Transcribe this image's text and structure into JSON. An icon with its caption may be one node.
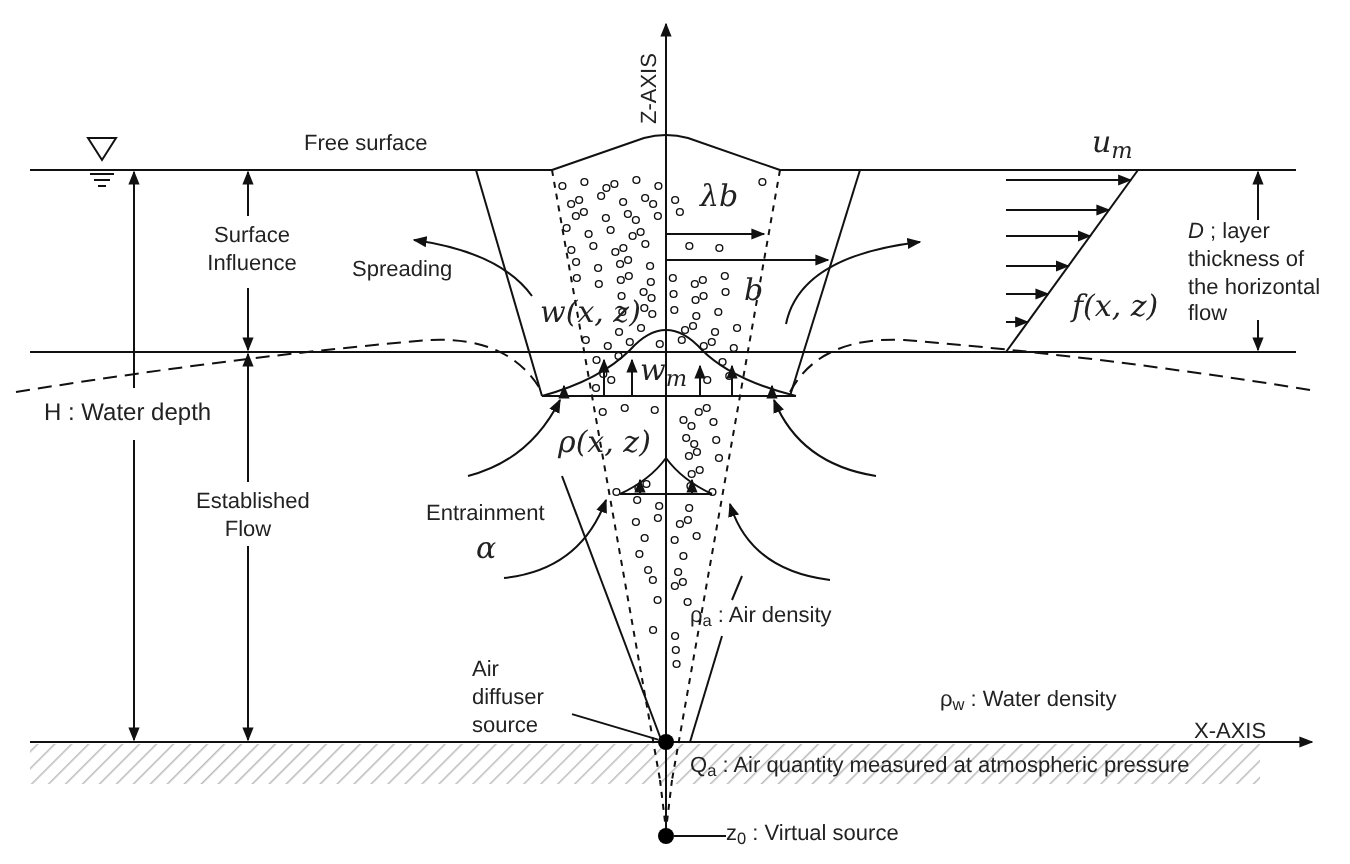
{
  "diagram": {
    "nodes": [
      {
        "text": [
          "Air diffuser source"
        ]
      },
      {
        "text": [],
        "shape": "circle"
      },
      {
        "text": [
          "z$_{0}$ : Virtual source"
        ]
      },
      {
        "text": [],
        "shape": "circle"
      }
    ],
    "edges": [
      {
        "from": 0,
        "to": 1,
        "arrow": "none"
      },
      {
        "from": 2,
        "to": 3,
        "arrow": "none"
      }
    ],
    "labels": [
      "Z-AXIS",
      "Free surface",
      "u$_{m}$",
      "λb",
      "Surface Influence",
      "Spreading",
      "b",
      "w(x, z)",
      "*D* ; layer thickness of the horizontal flow",
      "f(x, z)",
      "w$_{m}$",
      "H : Water depth",
      "Established Flow",
      "ρ(x, z)",
      "Entrainment",
      "α",
      "ρ$_{a}$ : Air density",
      "ρ$_{w}$ : Water density",
      "X-AXIS",
      "Q$_{a}$ : Air quantity measured at atmospheric pressure"
    ]
  }
}
